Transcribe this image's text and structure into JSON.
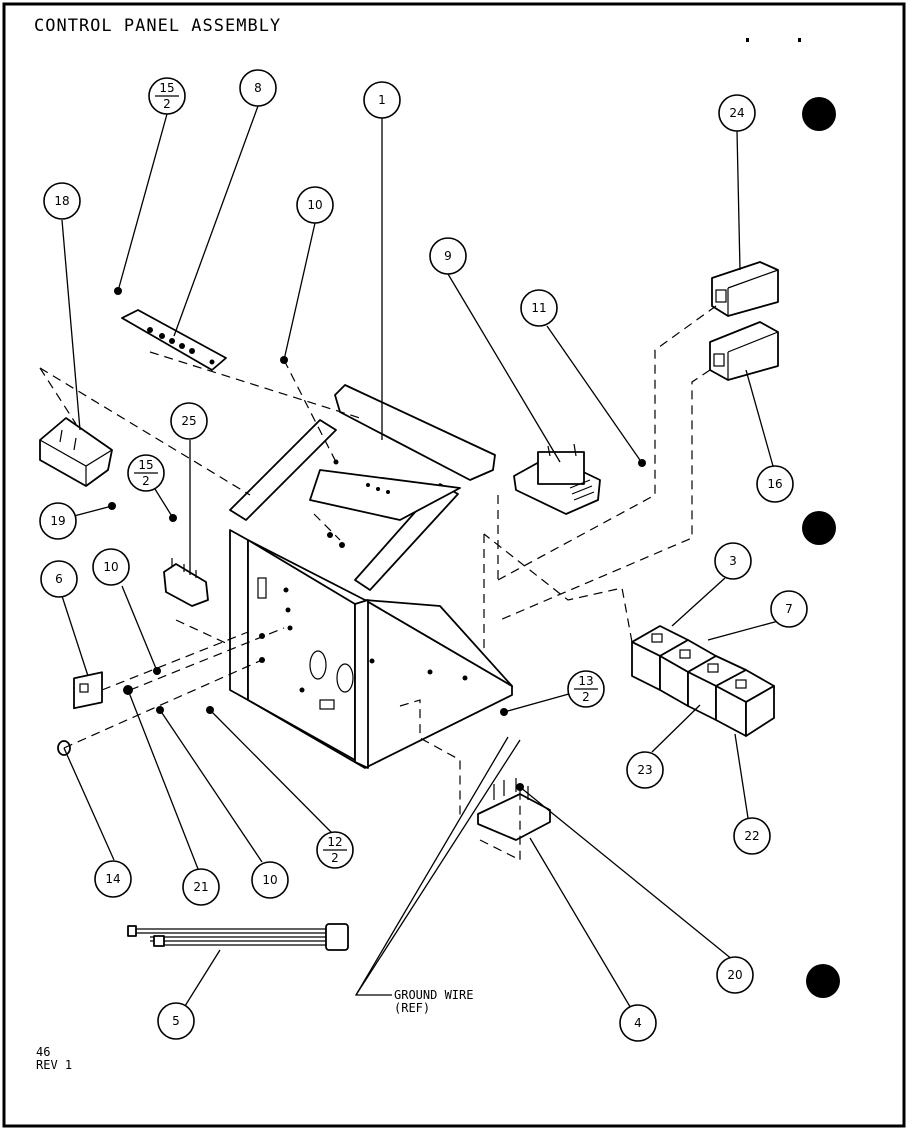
{
  "title": "CONTROL PANEL ASSEMBLY",
  "footer": {
    "page": "46",
    "revision": "REV 1"
  },
  "ground_wire": {
    "line1": "GROUND WIRE",
    "line2": "(REF)"
  },
  "callouts": [
    {
      "id": "1",
      "kind": "number",
      "label": "1"
    },
    {
      "id": "3",
      "kind": "number",
      "label": "3"
    },
    {
      "id": "4",
      "kind": "number",
      "label": "4"
    },
    {
      "id": "5",
      "kind": "number",
      "label": "5"
    },
    {
      "id": "6",
      "kind": "number",
      "label": "6"
    },
    {
      "id": "7",
      "kind": "number",
      "label": "7"
    },
    {
      "id": "8",
      "kind": "number",
      "label": "8"
    },
    {
      "id": "9",
      "kind": "number",
      "label": "9"
    },
    {
      "id": "10a",
      "kind": "number",
      "label": "10"
    },
    {
      "id": "10b",
      "kind": "number",
      "label": "10"
    },
    {
      "id": "10c",
      "kind": "number",
      "label": "10"
    },
    {
      "id": "11",
      "kind": "number",
      "label": "11"
    },
    {
      "id": "14",
      "kind": "number",
      "label": "14"
    },
    {
      "id": "16",
      "kind": "number",
      "label": "16"
    },
    {
      "id": "18",
      "kind": "number",
      "label": "18"
    },
    {
      "id": "19",
      "kind": "number",
      "label": "19"
    },
    {
      "id": "20",
      "kind": "number",
      "label": "20"
    },
    {
      "id": "21",
      "kind": "number",
      "label": "21"
    },
    {
      "id": "22",
      "kind": "number",
      "label": "22"
    },
    {
      "id": "23",
      "kind": "number",
      "label": "23"
    },
    {
      "id": "24",
      "kind": "number",
      "label": "24"
    },
    {
      "id": "25",
      "kind": "number",
      "label": "25"
    },
    {
      "id": "15-2a",
      "kind": "fraction",
      "num": "15",
      "den": "2"
    },
    {
      "id": "15-2b",
      "kind": "fraction",
      "num": "15",
      "den": "2"
    },
    {
      "id": "13-2",
      "kind": "fraction",
      "num": "13",
      "den": "2"
    },
    {
      "id": "12-2",
      "kind": "fraction",
      "num": "12",
      "den": "2"
    }
  ]
}
